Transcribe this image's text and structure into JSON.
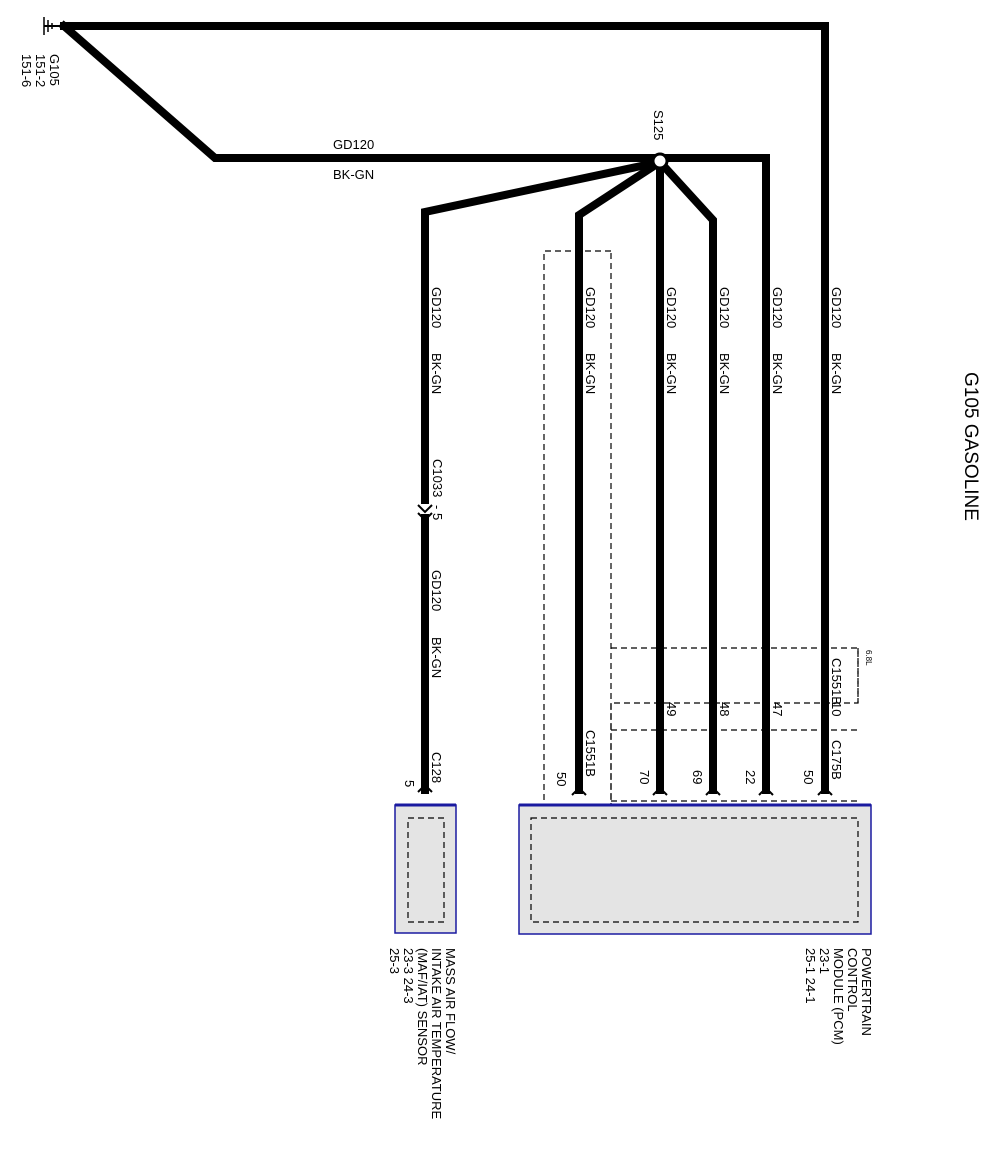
{
  "diagram": {
    "title": "G105 GASOLINE",
    "ground": {
      "id": "G105",
      "refs": [
        "151-2",
        "151-6"
      ]
    },
    "splice": {
      "id": "S125"
    },
    "main_wire": {
      "circuit": "GD120",
      "color": "BK-GN"
    },
    "branches": [
      {
        "id": "maf",
        "circuit": "GD120",
        "color": "BK-GN",
        "pin": "5"
      },
      {
        "id": "pcm50",
        "circuit": "GD120",
        "color": "BK-GN",
        "pin": "50"
      },
      {
        "id": "pcm49",
        "circuit": "GD120",
        "color": "BK-GN",
        "pin": "70",
        "inline_pin": "49"
      },
      {
        "id": "pcm48",
        "circuit": "GD120",
        "color": "BK-GN",
        "pin": "69",
        "inline_pin": "48"
      },
      {
        "id": "pcm47",
        "circuit": "GD120",
        "color": "BK-GN",
        "pin": "22",
        "inline_pin": "47"
      },
      {
        "id": "pcm10",
        "circuit": "GD120",
        "color": "BK-GN",
        "pin": "50",
        "inline_pin": "10"
      }
    ],
    "inline_connector": {
      "id": "C1033",
      "pin": "- 5"
    },
    "connectors": {
      "maf": "C128",
      "pcm_shield": "C1551B",
      "pcm_main": "C175B",
      "pcm_inline": "C1551B",
      "shield_tag": "6.8L"
    },
    "components": {
      "maf": {
        "lines": [
          "MASS AIR FLOW/",
          "INTAKE AIR TEMPERATURE",
          "(MAF/IAT) SENSOR"
        ],
        "refs": [
          "23-3      24-3",
          "25-3"
        ]
      },
      "pcm": {
        "lines": [
          "POWERTRAIN",
          "CONTROL",
          "MODULE (PCM)"
        ],
        "refs": [
          "23-1",
          "25-1      24-1"
        ]
      }
    }
  }
}
